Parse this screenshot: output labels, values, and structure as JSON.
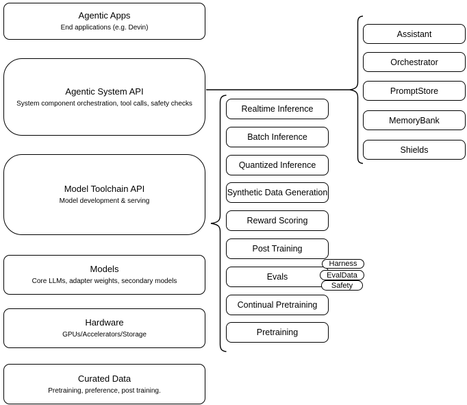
{
  "diagram_title": "Agentic system architecture stack",
  "colors": {
    "background": "#ffffff",
    "box_fill": "#ffffff",
    "stroke": "#000000",
    "text": "#000000"
  },
  "stack_layers": {
    "agentic_apps": {
      "title": "Agentic Apps",
      "subtitle": "End applications (e.g. Devin)"
    },
    "agentic_system_api": {
      "title": "Agentic System API",
      "subtitle": "System component orchestration, tool calls, safety checks"
    },
    "model_toolchain_api": {
      "title": "Model Toolchain API",
      "subtitle": "Model development & serving"
    },
    "models": {
      "title": "Models",
      "subtitle": "Core LLMs, adapter weights, secondary models"
    },
    "hardware": {
      "title": "Hardware",
      "subtitle": "GPUs/Accelerators/Storage"
    },
    "curated_data": {
      "title": "Curated Data",
      "subtitle": "Pretraining, preference, post training."
    }
  },
  "toolchain_services": {
    "items": [
      "Realtime Inference",
      "Batch Inference",
      "Quantized Inference",
      "Synthetic Data Generation",
      "Reward Scoring",
      "Post Training",
      "Evals",
      "Continual Pretraining",
      "Pretraining"
    ]
  },
  "eval_tags": {
    "items": [
      "Harness",
      "EvalData",
      "Safety"
    ]
  },
  "system_components": {
    "items": [
      "Assistant",
      "Orchestrator",
      "PromptStore",
      "MemoryBank",
      "Shields"
    ]
  }
}
